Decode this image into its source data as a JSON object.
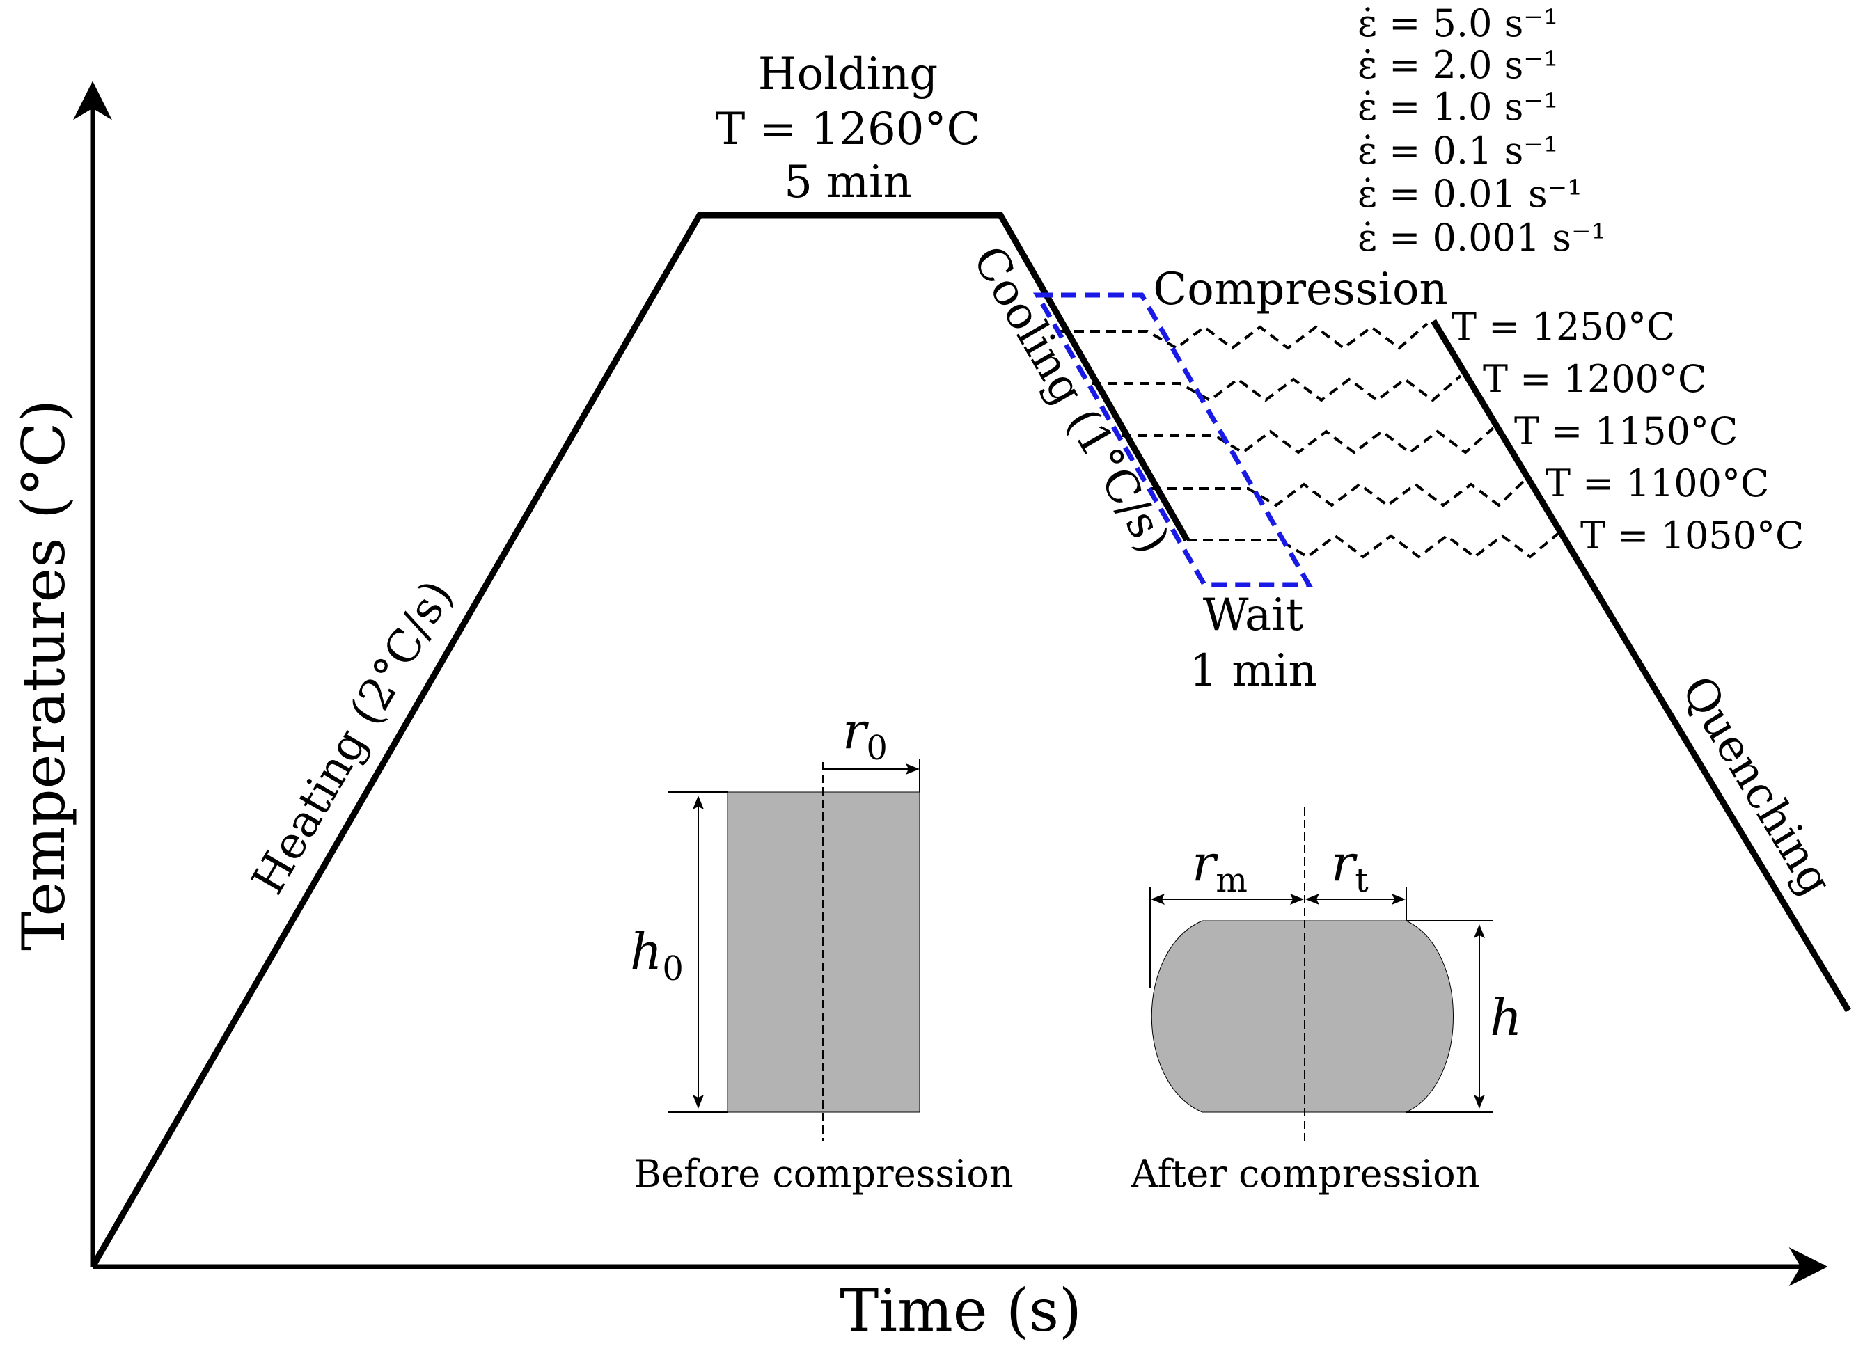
{
  "axes": {
    "x_label": "Time (s)",
    "y_label": "Temperatures (°C)"
  },
  "holding": {
    "title": "Holding",
    "temperature": "T = 1260°C",
    "duration": "5 min"
  },
  "heating_label": "Heating (2°C/s)",
  "cooling_label": "Cooling (1°C/s)",
  "quenching_label": "Quenching",
  "compression_label": "Compression",
  "wait": {
    "label": "Wait",
    "duration": "1 min"
  },
  "strain_rates": [
    "ε̇ = 5.0 s⁻¹",
    "ε̇ = 2.0 s⁻¹",
    "ε̇ = 1.0 s⁻¹",
    "ε̇ = 0.1 s⁻¹",
    "ε̇ = 0.01 s⁻¹",
    "ε̇ = 0.001 s⁻¹"
  ],
  "test_temperatures": [
    "T = 1250°C",
    "T = 1200°C",
    "T = 1150°C",
    "T = 1100°C",
    "T = 1050°C"
  ],
  "specimen_before": {
    "caption": "Before compression",
    "radius_symbol": "r",
    "radius_subscript": "0",
    "height_symbol": "h",
    "height_subscript": "0"
  },
  "specimen_after": {
    "caption": "After compression",
    "rm_symbol": "r",
    "rm_subscript": "m",
    "rt_symbol": "r",
    "rt_subscript": "t",
    "height_symbol": "h"
  },
  "colors": {
    "line": "#000000",
    "wait_box": "#1a1ae6",
    "specimen_fill": "#b3b3b3"
  }
}
